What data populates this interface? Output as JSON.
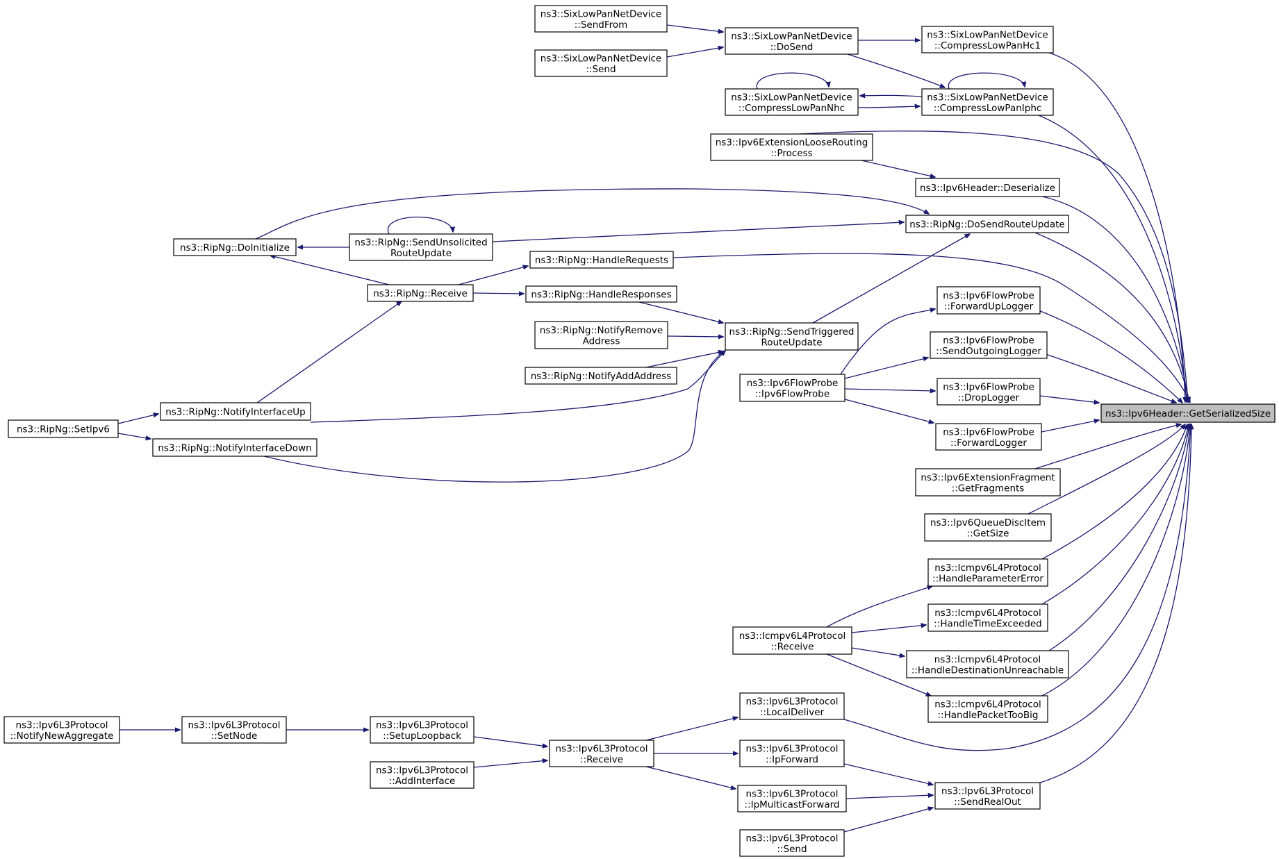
{
  "diagram": {
    "title": "",
    "edge_color": "#191970",
    "root_fill": "#bfbfbf",
    "nodes": [
      {
        "id": "root",
        "lines": [
          "ns3::Ipv6Header::GetSerializedSize"
        ],
        "root": true
      },
      {
        "id": "sfrom",
        "lines": [
          "ns3::SixLowPanNetDevice",
          "::SendFrom"
        ]
      },
      {
        "id": "send6",
        "lines": [
          "ns3::SixLowPanNetDevice",
          "::Send"
        ]
      },
      {
        "id": "dosend",
        "lines": [
          "ns3::SixLowPanNetDevice",
          "::DoSend"
        ]
      },
      {
        "id": "hc1",
        "lines": [
          "ns3::SixLowPanNetDevice",
          "::CompressLowPanHc1"
        ]
      },
      {
        "id": "nhc",
        "lines": [
          "ns3::SixLowPanNetDevice",
          "::CompressLowPanNhc"
        ]
      },
      {
        "id": "iphc",
        "lines": [
          "ns3::SixLowPanNetDevice",
          "::CompressLowPanIphc"
        ]
      },
      {
        "id": "loose",
        "lines": [
          "ns3::Ipv6ExtensionLooseRouting",
          "::Process"
        ]
      },
      {
        "id": "deser",
        "lines": [
          "ns3::Ipv6Header::Deserialize"
        ]
      },
      {
        "id": "doinit",
        "lines": [
          "ns3::RipNg::DoInitialize"
        ]
      },
      {
        "id": "sendunsol",
        "lines": [
          "ns3::RipNg::SendUnsolicited",
          "RouteUpdate"
        ]
      },
      {
        "id": "dosendru",
        "lines": [
          "ns3::RipNg::DoSendRouteUpdate"
        ]
      },
      {
        "id": "hreq",
        "lines": [
          "ns3::RipNg::HandleRequests"
        ]
      },
      {
        "id": "ripreceive",
        "lines": [
          "ns3::RipNg::Receive"
        ]
      },
      {
        "id": "hresp",
        "lines": [
          "ns3::RipNg::HandleResponses"
        ]
      },
      {
        "id": "notifyremove",
        "lines": [
          "ns3::RipNg::NotifyRemove",
          "Address"
        ]
      },
      {
        "id": "sendtrig",
        "lines": [
          "ns3::RipNg::SendTriggered",
          "RouteUpdate"
        ]
      },
      {
        "id": "notifyadd",
        "lines": [
          "ns3::RipNg::NotifyAddAddress"
        ]
      },
      {
        "id": "ifup",
        "lines": [
          "ns3::RipNg::NotifyInterfaceUp"
        ]
      },
      {
        "id": "setipv6",
        "lines": [
          "ns3::RipNg::SetIpv6"
        ]
      },
      {
        "id": "ifdown",
        "lines": [
          "ns3::RipNg::NotifyInterfaceDown"
        ]
      },
      {
        "id": "fwdup",
        "lines": [
          "ns3::Ipv6FlowProbe",
          "::ForwardUpLogger"
        ]
      },
      {
        "id": "sendout",
        "lines": [
          "ns3::Ipv6FlowProbe",
          "::SendOutgoingLogger"
        ]
      },
      {
        "id": "flowprobe",
        "lines": [
          "ns3::Ipv6FlowProbe",
          "::Ipv6FlowProbe"
        ]
      },
      {
        "id": "droplog",
        "lines": [
          "ns3::Ipv6FlowProbe",
          "::DropLogger"
        ]
      },
      {
        "id": "fwdlog",
        "lines": [
          "ns3::Ipv6FlowProbe",
          "::ForwardLogger"
        ]
      },
      {
        "id": "frag",
        "lines": [
          "ns3::Ipv6ExtensionFragment",
          "::GetFragments"
        ]
      },
      {
        "id": "qdisc",
        "lines": [
          "ns3::Ipv6QueueDiscItem",
          "::GetSize"
        ]
      },
      {
        "id": "hparam",
        "lines": [
          "ns3::Icmpv6L4Protocol",
          "::HandleParameterError"
        ]
      },
      {
        "id": "htime",
        "lines": [
          "ns3::Icmpv6L4Protocol",
          "::HandleTimeExceeded"
        ]
      },
      {
        "id": "icmprecv",
        "lines": [
          "ns3::Icmpv6L4Protocol",
          "::Receive"
        ]
      },
      {
        "id": "hdest",
        "lines": [
          "ns3::Icmpv6L4Protocol",
          "::HandleDestinationUnreachable"
        ]
      },
      {
        "id": "hbig",
        "lines": [
          "ns3::Icmpv6L4Protocol",
          "::HandlePacketTooBig"
        ]
      },
      {
        "id": "newagg",
        "lines": [
          "ns3::Ipv6L3Protocol",
          "::NotifyNewAggregate"
        ]
      },
      {
        "id": "setnode",
        "lines": [
          "ns3::Ipv6L3Protocol",
          "::SetNode"
        ]
      },
      {
        "id": "setuplb",
        "lines": [
          "ns3::Ipv6L3Protocol",
          "::SetupLoopback"
        ]
      },
      {
        "id": "localdel",
        "lines": [
          "ns3::Ipv6L3Protocol",
          "::LocalDeliver"
        ]
      },
      {
        "id": "l3recv",
        "lines": [
          "ns3::Ipv6L3Protocol",
          "::Receive"
        ]
      },
      {
        "id": "addif",
        "lines": [
          "ns3::Ipv6L3Protocol",
          "::AddInterface"
        ]
      },
      {
        "id": "ipfwd",
        "lines": [
          "ns3::Ipv6L3Protocol",
          "::IpForward"
        ]
      },
      {
        "id": "ipmfwd",
        "lines": [
          "ns3::Ipv6L3Protocol",
          "::IpMulticastForward"
        ]
      },
      {
        "id": "sendreal",
        "lines": [
          "ns3::Ipv6L3Protocol",
          "::SendRealOut"
        ]
      },
      {
        "id": "l3send",
        "lines": [
          "ns3::Ipv6L3Protocol",
          "::Send"
        ]
      }
    ],
    "edges": [
      [
        "sfrom",
        "dosend"
      ],
      [
        "send6",
        "dosend"
      ],
      [
        "dosend",
        "hc1"
      ],
      [
        "dosend",
        "iphc"
      ],
      [
        "iphc",
        "nhc"
      ],
      [
        "nhc",
        "iphc"
      ],
      [
        "iphc",
        "iphc"
      ],
      [
        "nhc",
        "nhc"
      ],
      [
        "loose",
        "deser"
      ],
      [
        "doinit",
        "dosendru"
      ],
      [
        "sendunsol",
        "doinit"
      ],
      [
        "sendunsol",
        "dosendru"
      ],
      [
        "sendunsol",
        "sendunsol"
      ],
      [
        "ripreceive",
        "doinit"
      ],
      [
        "ripreceive",
        "hreq"
      ],
      [
        "ripreceive",
        "hresp"
      ],
      [
        "hresp",
        "sendtrig"
      ],
      [
        "notifyremove",
        "sendtrig"
      ],
      [
        "notifyadd",
        "sendtrig"
      ],
      [
        "ifup",
        "sendtrig"
      ],
      [
        "ifdown",
        "sendtrig"
      ],
      [
        "sendtrig",
        "dosendru"
      ],
      [
        "ifup",
        "ripreceive"
      ],
      [
        "setipv6",
        "ifup"
      ],
      [
        "setipv6",
        "ifdown"
      ],
      [
        "flowprobe",
        "fwdup"
      ],
      [
        "flowprobe",
        "sendout"
      ],
      [
        "flowprobe",
        "droplog"
      ],
      [
        "flowprobe",
        "fwdlog"
      ],
      [
        "icmprecv",
        "hparam"
      ],
      [
        "icmprecv",
        "htime"
      ],
      [
        "icmprecv",
        "hdest"
      ],
      [
        "icmprecv",
        "hbig"
      ],
      [
        "newagg",
        "setnode"
      ],
      [
        "setnode",
        "setuplb"
      ],
      [
        "setuplb",
        "l3recv"
      ],
      [
        "addif",
        "l3recv"
      ],
      [
        "l3recv",
        "localdel"
      ],
      [
        "l3recv",
        "ipfwd"
      ],
      [
        "l3recv",
        "ipmfwd"
      ],
      [
        "ipfwd",
        "sendreal"
      ],
      [
        "ipmfwd",
        "sendreal"
      ],
      [
        "l3send",
        "sendreal"
      ],
      [
        "hc1",
        "root"
      ],
      [
        "iphc",
        "root"
      ],
      [
        "loose",
        "root"
      ],
      [
        "deser",
        "root"
      ],
      [
        "dosendru",
        "root"
      ],
      [
        "hreq",
        "root"
      ],
      [
        "fwdup",
        "root"
      ],
      [
        "sendout",
        "root"
      ],
      [
        "droplog",
        "root"
      ],
      [
        "fwdlog",
        "root"
      ],
      [
        "frag",
        "root"
      ],
      [
        "qdisc",
        "root"
      ],
      [
        "hparam",
        "root"
      ],
      [
        "htime",
        "root"
      ],
      [
        "hdest",
        "root"
      ],
      [
        "hbig",
        "root"
      ],
      [
        "localdel",
        "root"
      ],
      [
        "sendreal",
        "root"
      ]
    ]
  }
}
